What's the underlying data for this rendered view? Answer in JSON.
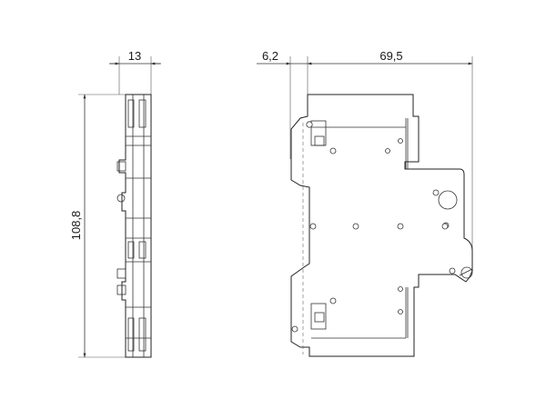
{
  "dimensions": {
    "side_width": "13",
    "side_height": "108,8",
    "front_offset": "6,2",
    "front_width": "69,5"
  }
}
